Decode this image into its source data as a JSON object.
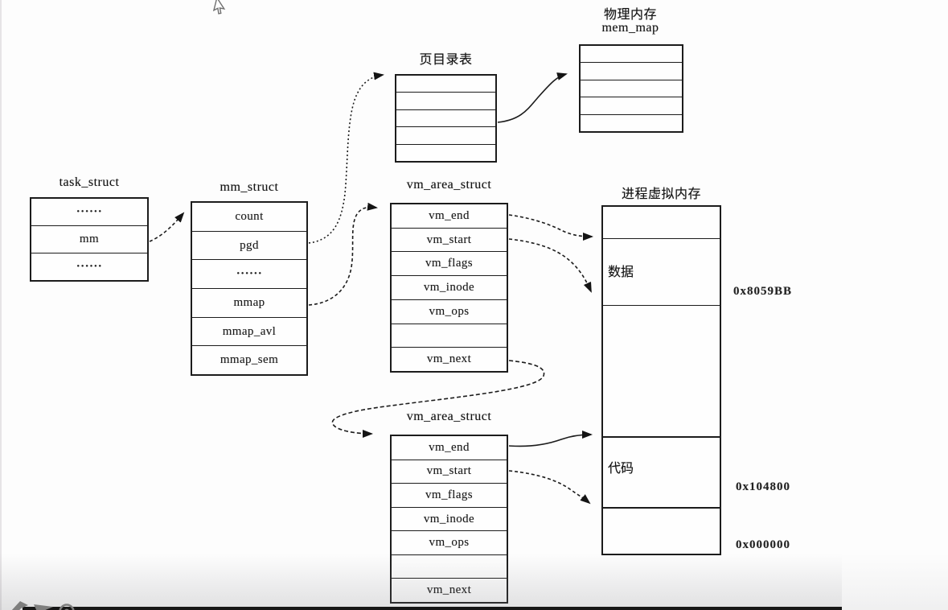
{
  "diagram": {
    "physical_memory": {
      "title_cn": "物理内存",
      "title_en": "mem_map"
    },
    "page_directory": {
      "title": "页目录表"
    },
    "task_struct": {
      "title": "task_struct",
      "fields": [
        "······",
        "mm",
        "······"
      ]
    },
    "mm_struct": {
      "title": "mm_struct",
      "fields": [
        "count",
        "pgd",
        "······",
        "mmap",
        "mmap_avl",
        "mmap_sem"
      ]
    },
    "vm_area_struct_1": {
      "title": "vm_area_struct",
      "fields": [
        "vm_end",
        "vm_start",
        "vm_flags",
        "vm_inode",
        "vm_ops",
        "",
        "vm_next"
      ]
    },
    "vm_area_struct_2": {
      "title": "vm_area_struct",
      "fields": [
        "vm_end",
        "vm_start",
        "vm_flags",
        "vm_inode",
        "vm_ops",
        "",
        "vm_next"
      ]
    },
    "process_virtual_memory": {
      "title": "进程虚拟内存",
      "data_segment_label": "数据",
      "code_segment_label": "代码",
      "addresses": [
        "0x8059BB",
        "0x104800",
        "0x000000"
      ]
    }
  },
  "player": {
    "icons": [
      "back-icon",
      "play-icon",
      "record-icon"
    ]
  },
  "colors": {
    "line": "#1c1c1c",
    "background": "#fdfdfd",
    "player_icon": "#7e7e7e",
    "bottom_bar": "#161616"
  }
}
